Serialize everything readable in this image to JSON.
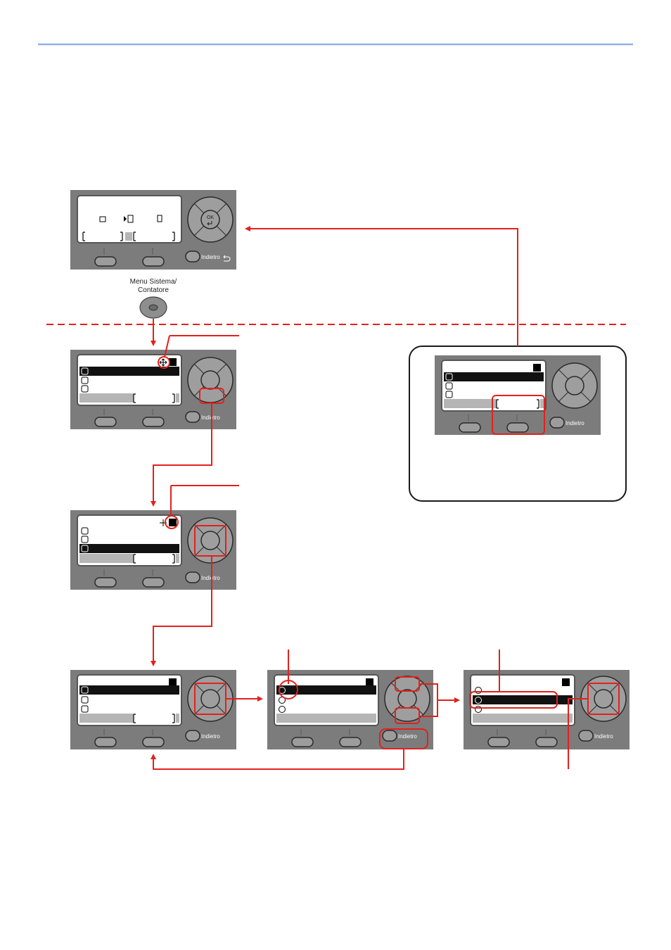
{
  "labels": {
    "system_menu_line1": "Menu Sistema/",
    "system_menu_line2": "Contatore",
    "back_key": "Indietro"
  },
  "icons": {
    "ok_glyph": "OK",
    "back_arrow": "back-arrow-icon",
    "cross_arrows": "four-way-arrow-icon",
    "enter_arrow": "enter-arrow-icon"
  },
  "colors": {
    "header_rule": "#8fb2e6",
    "panel": "#7c7c7c",
    "lcd": "#ffffff",
    "highlight_row": "#111111",
    "accent_red": "#e2211c"
  }
}
